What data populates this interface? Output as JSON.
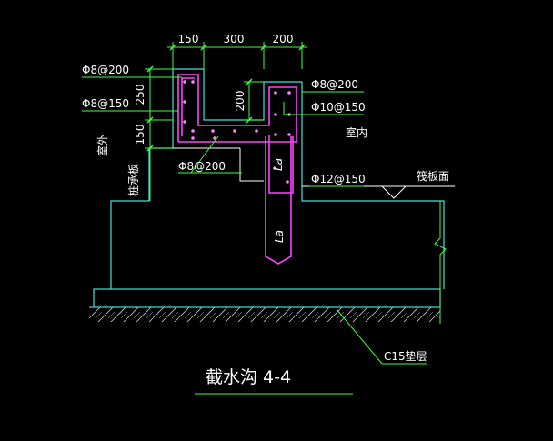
{
  "drawing": {
    "title": "截水沟 4-4",
    "dimensions": {
      "top": [
        "150",
        "300",
        "200"
      ],
      "left": [
        "250",
        "150"
      ],
      "inner_depth": "200"
    },
    "rebar_labels": {
      "top_left": "Φ8@200",
      "mid_left": "Φ8@150",
      "bottom_left": "Φ8@200",
      "top_right": "Φ8@200",
      "mid_right": "Φ10@150",
      "lower_right": "Φ12@150"
    },
    "side_labels": {
      "outside": "室外",
      "inside": "室内",
      "pile_cap": "桩承板",
      "slab_surface": "筏板面",
      "cushion": "C15垫层"
    },
    "anchor_label": "La",
    "colors": {
      "background": "#000000",
      "outline": "#ffffff",
      "rebar": "#ff40ff",
      "dimension": "#40ff40",
      "structure": "#40e0e0",
      "hatch": "#d0d0d0",
      "leader": "#40ff40"
    }
  }
}
